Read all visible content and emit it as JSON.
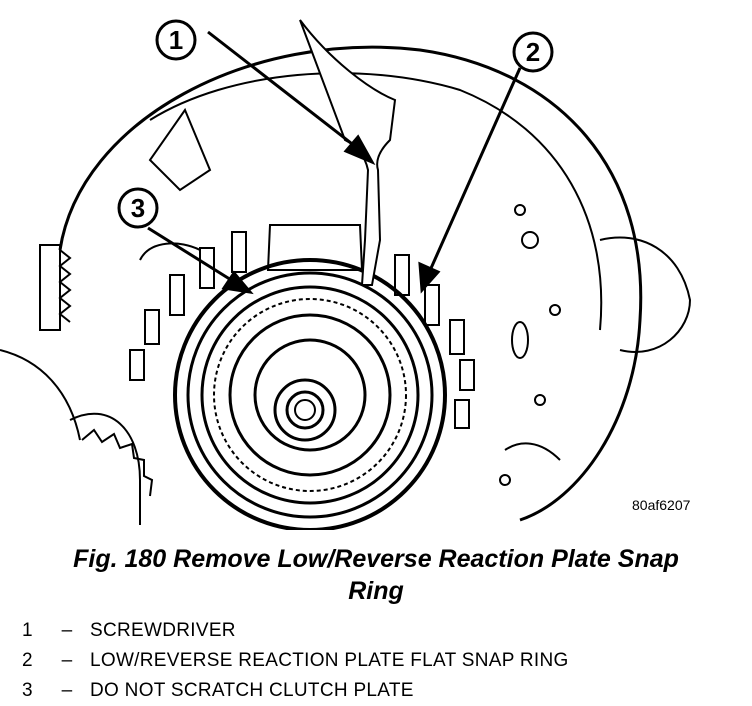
{
  "figure": {
    "callouts": [
      {
        "number": "1"
      },
      {
        "number": "2"
      },
      {
        "number": "3"
      }
    ],
    "reference_code": "80af6207"
  },
  "caption": {
    "line1": "Fig. 180 Remove Low/Reverse Reaction Plate Snap",
    "line2": "Ring"
  },
  "legend": [
    {
      "number": "1",
      "dash": "–",
      "text": "SCREWDRIVER"
    },
    {
      "number": "2",
      "dash": "–",
      "text": "LOW/REVERSE REACTION PLATE FLAT SNAP RING"
    },
    {
      "number": "3",
      "dash": "–",
      "text": "DO NOT SCRATCH CLUTCH PLATE"
    }
  ]
}
